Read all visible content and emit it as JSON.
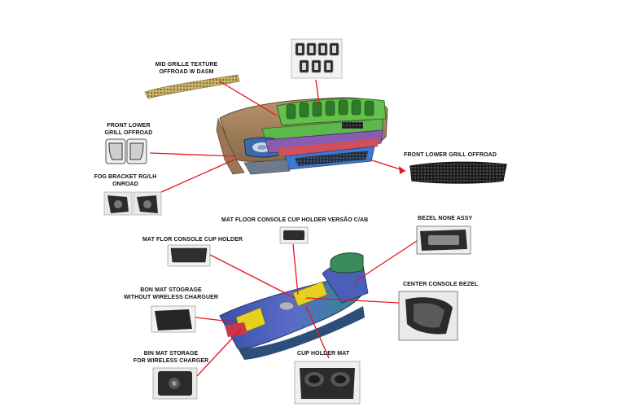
{
  "labels": {
    "mid_grille": "MID GRILLE TEXTURE\nOFFROAD W DASM",
    "front_lower_left": "FRONT LOWER\nGRILL OFFROAD",
    "fog_bracket": "FOG BRACKET RG/LH\nONROAD",
    "front_lower_right": "FRONT LOWER GRILL OFFROAD",
    "mat_floor_versao": "MAT FLOOR CONSOLE CUP HOLDER VERSÃO C/AB",
    "bezel_none": "BEZEL NONE ASSY",
    "mat_flor": "MAT FLOR CONSOLE CUP HOLDER",
    "bon_mat": "BON MAT STOGRAGE\nWITHOUT WIRELESS CHARGUER",
    "center_bezel": "CENTER CONSOLE BEZEL",
    "bin_mat": "BIN MAT STORAGE\nFOR WIRELESS CHARGER",
    "cup_holder_mat": "CUP HOLDER MAT"
  },
  "colors": {
    "leader": "#e8141e",
    "bumper_body": "#a8825e",
    "grille_green": "#5ec24a",
    "lower_blue": "#3c7ad8",
    "console_blue": "#3a5fb0",
    "console_purple": "#7a5fb4",
    "yellow_part": "#e6d21e",
    "dark_part": "#3a3a3c"
  }
}
